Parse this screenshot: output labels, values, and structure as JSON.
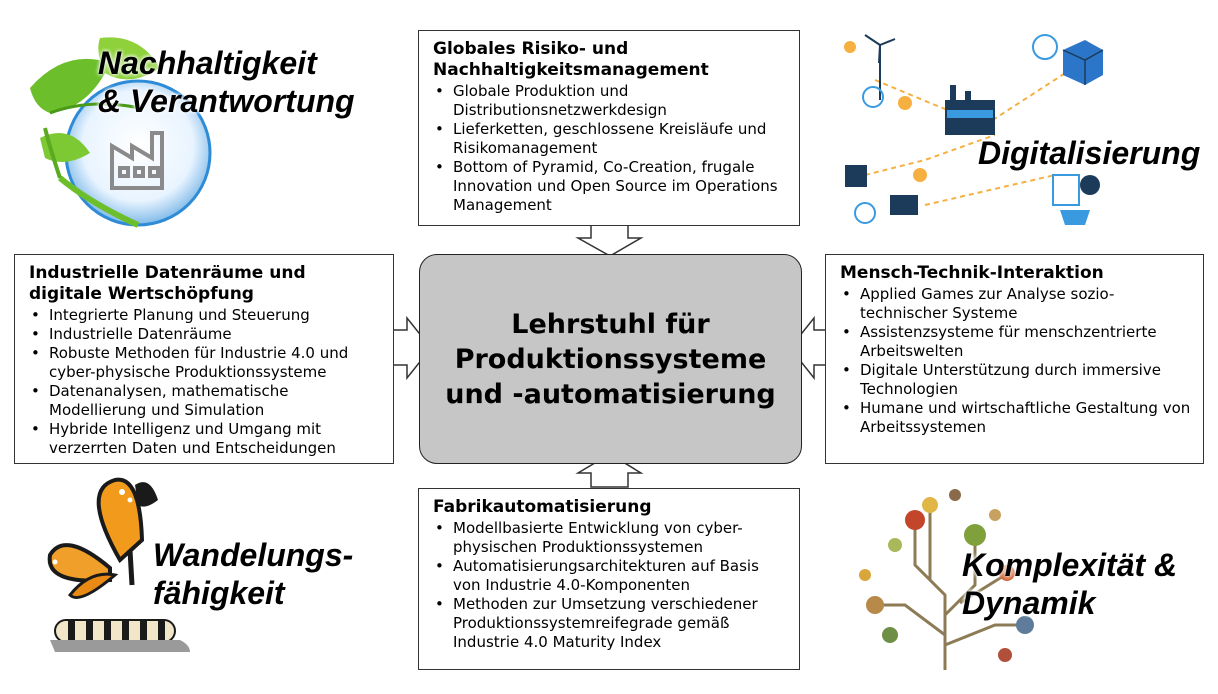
{
  "center": {
    "title": "Lehrstuhl für\nProduktionssysteme\nund -automatisierung"
  },
  "boxes": {
    "top": {
      "title": "Globales Risiko- und Nachhaltigkeitsmanagement",
      "items": [
        "Globale Produktion und Distributionsnetzwerkdesign",
        "Lieferketten, geschlossene Kreisläufe und Risikomanagement",
        "Bottom of Pyramid, Co-Creation, frugale Innovation und Open Source im Operations Management"
      ]
    },
    "left": {
      "title": "Industrielle Datenräume und digitale Wertschöpfung",
      "items": [
        "Integrierte Planung und Steuerung",
        "Industrielle Datenräume",
        "Robuste Methoden für Industrie 4.0 und cyber-physische Produktionssysteme",
        "Datenanalysen, mathematische Modellierung und Simulation",
        "Hybride Intelligenz und Umgang mit verzerrten Daten und Entscheidungen"
      ]
    },
    "right": {
      "title": "Mensch-Technik-Interaktion",
      "items": [
        "Applied Games zur Analyse sozio-technischer Systeme",
        "Assistenzsysteme für menschzentrierte Arbeitswelten",
        "Digitale Unterstützung durch immersive Technologien",
        "Humane und wirtschaftliche Gestaltung von Arbeitssystemen"
      ]
    },
    "bottom": {
      "title": "Fabrikautomatisierung",
      "items": [
        "Modellbasierte Entwicklung von cyber-physischen Produktionssystemen",
        "Automatisierungsarchitekturen auf Basis von Industrie 4.0-Komponenten",
        "Methoden zur Umsetzung verschiedener Produktionssystemreifegrade gemäß Industrie 4.0 Maturity Index"
      ]
    }
  },
  "themes": {
    "top_left": "Nachhaltigkeit\n& Verantwortung",
    "top_right": "Digitalisierung",
    "bottom_left": "Wandelungs-\nfähigkeit",
    "bottom_right": "Komplexität &\nDynamik"
  },
  "icons": {
    "top_left": "leaf-factory-illustration",
    "top_right": "digital-factory-network-illustration",
    "bottom_left": "butterfly-caterpillar-illustration",
    "bottom_right": "circuit-tree-illustration"
  }
}
